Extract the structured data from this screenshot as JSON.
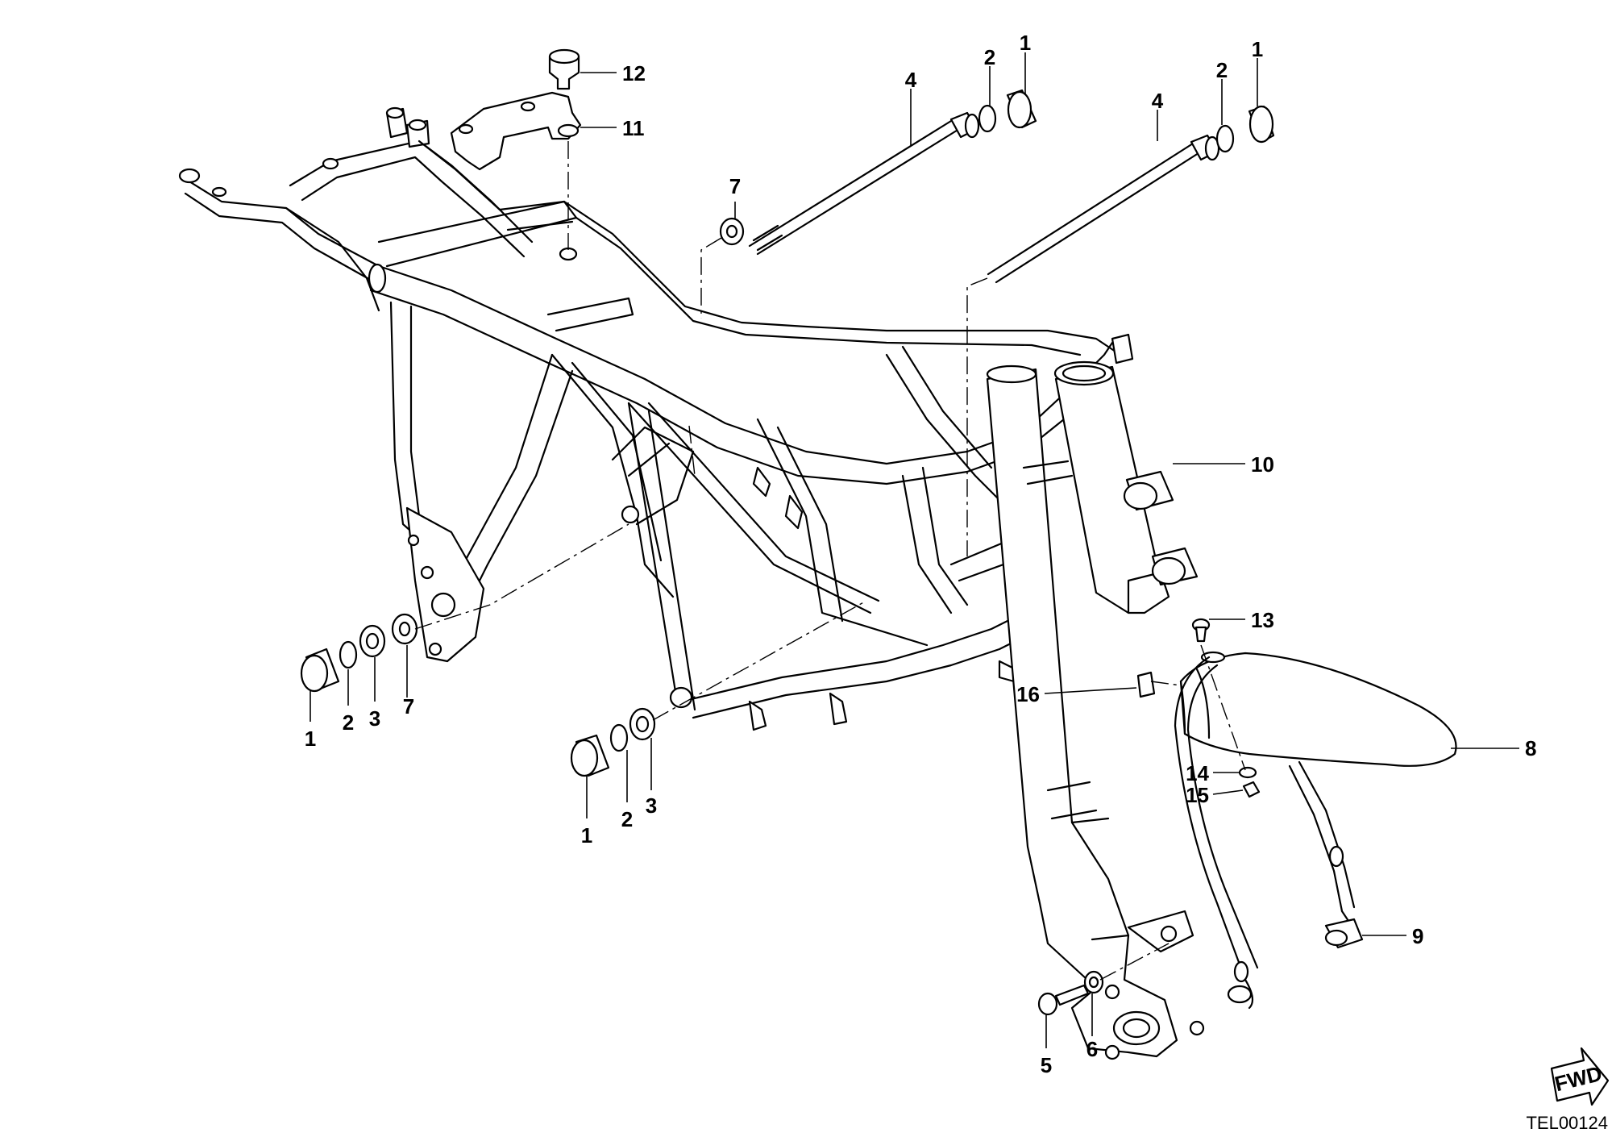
{
  "diagram": {
    "drawing_code": "TEL00124",
    "fwd_label": "FWD",
    "callouts": [
      {
        "id": "c1a",
        "number": "1"
      },
      {
        "id": "c2a",
        "number": "2"
      },
      {
        "id": "c4a",
        "number": "4"
      },
      {
        "id": "c1b",
        "number": "1"
      },
      {
        "id": "c2b",
        "number": "2"
      },
      {
        "id": "c4b",
        "number": "4"
      },
      {
        "id": "c12",
        "number": "12"
      },
      {
        "id": "c11",
        "number": "11"
      },
      {
        "id": "c7a",
        "number": "7"
      },
      {
        "id": "c10",
        "number": "10"
      },
      {
        "id": "c13",
        "number": "13"
      },
      {
        "id": "c16",
        "number": "16"
      },
      {
        "id": "c8",
        "number": "8"
      },
      {
        "id": "c14",
        "number": "14"
      },
      {
        "id": "c15",
        "number": "15"
      },
      {
        "id": "c9",
        "number": "9"
      },
      {
        "id": "c1c",
        "number": "1"
      },
      {
        "id": "c2c",
        "number": "2"
      },
      {
        "id": "c3c",
        "number": "3"
      },
      {
        "id": "c7b",
        "number": "7"
      },
      {
        "id": "c1d",
        "number": "1"
      },
      {
        "id": "c2d",
        "number": "2"
      },
      {
        "id": "c3d",
        "number": "3"
      },
      {
        "id": "c5",
        "number": "5"
      },
      {
        "id": "c6",
        "number": "6"
      }
    ]
  }
}
